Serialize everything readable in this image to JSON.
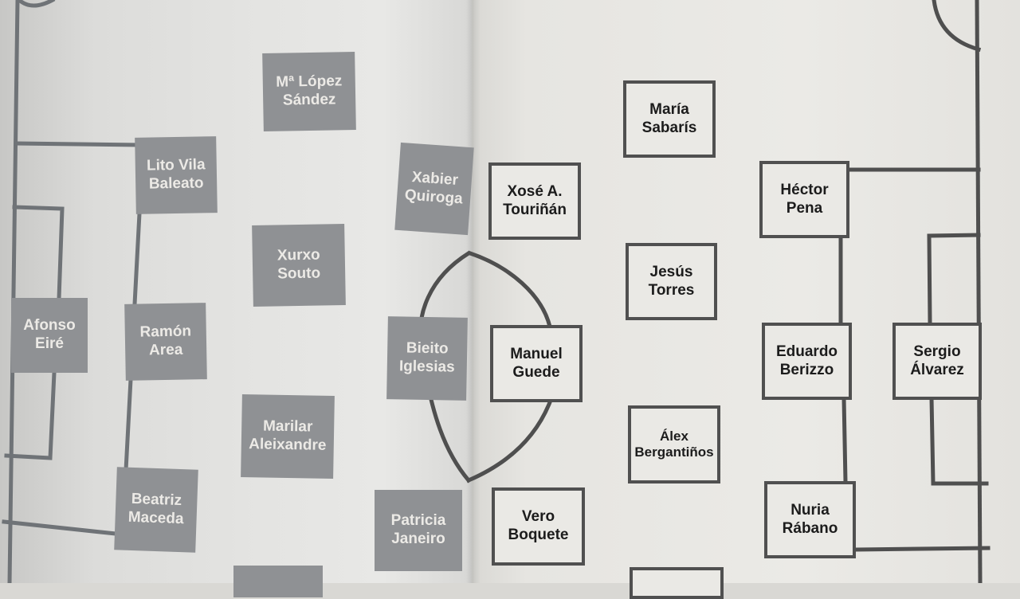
{
  "diagram": {
    "left_page": {
      "players": [
        {
          "id": "lopez",
          "name": "Mª López\nSández"
        },
        {
          "id": "lito",
          "name": "Lito Vila\nBaleato"
        },
        {
          "id": "xabier",
          "name": "Xabier\nQuiroga"
        },
        {
          "id": "xurxo",
          "name": "Xurxo\nSouto"
        },
        {
          "id": "afonso",
          "name": "Afonso\nEiré"
        },
        {
          "id": "ramon",
          "name": "Ramón\nArea"
        },
        {
          "id": "bieito",
          "name": "Bieito\nIglesias"
        },
        {
          "id": "marilar",
          "name": "Marilar\nAleixandre"
        },
        {
          "id": "beatriz",
          "name": "Beatriz\nMaceda"
        },
        {
          "id": "patricia",
          "name": "Patricia\nJaneiro"
        }
      ]
    },
    "right_page": {
      "players": [
        {
          "id": "maria",
          "name": "María\nSabarís"
        },
        {
          "id": "xose",
          "name": "Xosé A.\nTouriñán"
        },
        {
          "id": "hector",
          "name": "Héctor\nPena"
        },
        {
          "id": "jesus",
          "name": "Jesús\nTorres"
        },
        {
          "id": "manuel",
          "name": "Manuel\nGuede"
        },
        {
          "id": "eduardo",
          "name": "Eduardo\nBerizzo"
        },
        {
          "id": "sergio",
          "name": "Sergio\nÁlvarez"
        },
        {
          "id": "alex",
          "name": "Álex\nBergantiños"
        },
        {
          "id": "vero",
          "name": "Vero\nBoquete"
        },
        {
          "id": "nuria",
          "name": "Nuria\nRábano"
        }
      ]
    }
  }
}
